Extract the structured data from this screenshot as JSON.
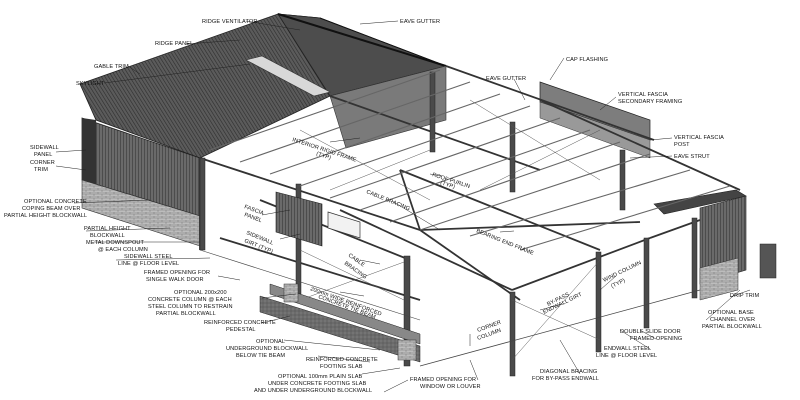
{
  "labels": {
    "ridge_ventilator": "RIDGE VENTILATOR",
    "eave_gutter_top": "EAVE GUTTER",
    "ridge_panel": "RIDGE PANEL",
    "gable_trim": "GABLE TRIM",
    "skylight": "SKYLIGHT",
    "cap_flashing": "CAP FLASHING",
    "eave_gutter_right": "EAVE GUTTER",
    "vertical_fascia_secondary_1": "VERTICAL FASCIA",
    "vertical_fascia_secondary_2": "SECONDARY FRAMING",
    "vertical_fascia_post_1": "VERTICAL FASCIA",
    "vertical_fascia_post_2": "POST",
    "eave_strut": "EAVE STRUT",
    "sidewall_panel_1": "SIDEWALL",
    "sidewall_panel_2": "PANEL",
    "corner_trim_1": "CORNER",
    "corner_trim_2": "TRIM",
    "coping_beam_1": "OPTIONAL CONCRETE",
    "coping_beam_2": "COPING BEAM OVER",
    "coping_beam_3": "PARTIAL HEIGHT BLOCKWALL",
    "interior_rigid_frame_1": "INTERIOR RIGID FRAME",
    "interior_rigid_frame_2": "(TYP)",
    "roof_purlin_1": "ROOF PURLIN",
    "roof_purlin_2": "(TYP)",
    "cable_bracing_roof": "CABLE BRACING",
    "fascia_panel_1": "FASCIA",
    "fascia_panel_2": "PANEL",
    "partial_height_1": "PARTIAL HEIGHT",
    "partial_height_2": "BLOCKWALL",
    "downspout_1": "METAL DOWNSPOUT",
    "downspout_2": "@ EACH COLUMN",
    "sidewall_steel_line_1": "SIDEWALL STEEL",
    "sidewall_steel_line_2": "LINE @ FLOOR LEVEL",
    "framed_opening_door_1": "FRAMED OPENING FOR",
    "framed_opening_door_2": "SINGLE WALK DOOR",
    "sidewall_girt_1": "SIDEWALL",
    "sidewall_girt_2": "GIRT (TYP)",
    "bearing_end_frame": "BEARING END FRAME",
    "concrete_column_1": "OPTIONAL 200x200",
    "concrete_column_2": "CONCRETE COLUMN @ EACH",
    "concrete_column_3": "STEEL COLUMN TO RESTRAIN",
    "concrete_column_4": "PARTIAL BLOCKWALL",
    "cable_bracing_wall_1": "CABLE",
    "cable_bracing_wall_2": "BRACING",
    "tie_beam_1": "200mm WIDE REINFORCED",
    "tie_beam_2": "CONCRETE TIE BEAM",
    "wind_column_1": "WIND COLUMN",
    "wind_column_2": "(TYP)",
    "bypass_girt_1": "BY-PASS",
    "bypass_girt_2": "ENDWALL GIRT",
    "rc_pedestal_1": "REINFORCED CONCRETE",
    "rc_pedestal_2": "PEDESTAL",
    "corner_column_1": "CORNER",
    "corner_column_2": "COLUMN",
    "underground_blockwall_1": "OPTIONAL",
    "underground_blockwall_2": "UNDERGROUND BLOCKWALL",
    "underground_blockwall_3": "BELOW TIE BEAM",
    "footing_slab_1": "REINFORCED CONCRETE",
    "footing_slab_2": "FOOTING SLAB",
    "plain_slab_1": "OPTIONAL 100mm PLAIN SLAB",
    "plain_slab_2": "UNDER CONCRETE FOOTING SLAB",
    "plain_slab_3": "AND UNDER UNDERGROUND BLOCKWALL",
    "window_opening_1": "FRAMED OPENING FOR",
    "window_opening_2": "WINDOW OR LOUVER",
    "diagonal_bracing_1": "DIAGONAL BRACING",
    "diagonal_bracing_2": "FOR BY-PASS ENDWALL",
    "endwall_steel_line_1": "ENDWALL STEEL",
    "endwall_steel_line_2": "LINE @ FLOOR LEVEL",
    "double_slide_door_1": "DOUBLE SLIDE DOOR",
    "double_slide_door_2": "FRAMED OPENING",
    "base_channel_1": "OPTIONAL BASE",
    "base_channel_2": "CHANNEL OVER",
    "base_channel_3": "PARTIAL BLOCKWALL",
    "drip_trim": "DRIP TRIM"
  }
}
